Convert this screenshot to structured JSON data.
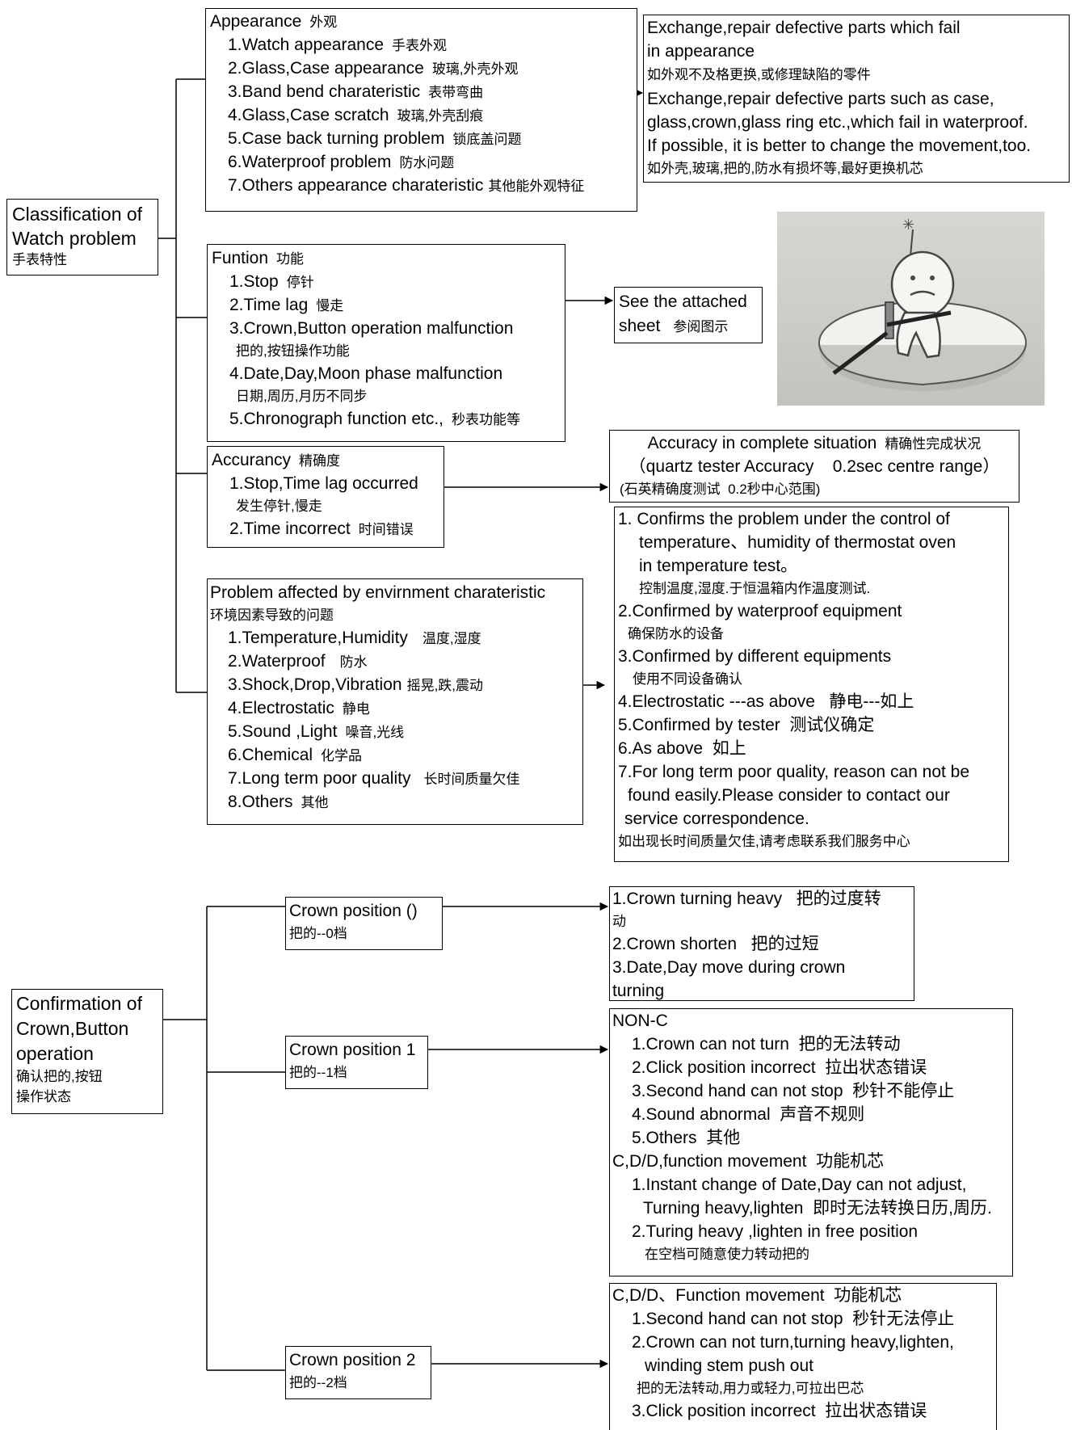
{
  "classification": {
    "title_en1": "Classification of",
    "title_en2": "Watch problem",
    "title_zh": "手表特性"
  },
  "appearance": {
    "title_en": "Appearance",
    "title_zh": "外观",
    "items": [
      {
        "en": "1.Watch appearance",
        "zh": "手表外观"
      },
      {
        "en": "2.Glass,Case appearance",
        "zh": "玻璃,外壳外观"
      },
      {
        "en": "3.Band bend charateristic",
        "zh": "表带弯曲"
      },
      {
        "en": "4.Glass,Case scratch",
        "zh": "玻璃,外壳刮痕"
      },
      {
        "en": "5.Case back turning problem",
        "zh": "锁底盖问题"
      },
      {
        "en": "6.Waterproof problem",
        "zh": "防水问题"
      },
      {
        "en": "7.Others appearance charateristic",
        "zh": "其他能外观特征"
      }
    ]
  },
  "appearance_result": {
    "lines": [
      {
        "t": "Exchange,repair defective parts which fail",
        "k": "en"
      },
      {
        "t": "in appearance",
        "k": "en"
      },
      {
        "t": "如外观不及格更换,或修理缺陷的零件",
        "k": "zh"
      },
      {
        "t": "Exchange,repair defective parts such as case,",
        "k": "en"
      },
      {
        "t": "glass,crown,glass ring etc.,which fail in waterproof.",
        "k": "en"
      },
      {
        "t": "If possible, it is better to change the movement,too.",
        "k": "en"
      },
      {
        "t": "如外壳,玻璃,把的,防水有损坏等,最好更换机芯",
        "k": "zh"
      }
    ]
  },
  "function": {
    "title_en": "Funtion",
    "title_zh": "功能",
    "items": [
      {
        "en": "1.Stop",
        "zh": "停针"
      },
      {
        "en": "2.Time lag",
        "zh": "慢走"
      },
      {
        "en": "3.Crown,Button operation malfunction",
        "zh": ""
      },
      {
        "en": "",
        "zh": "把的,按钮操作功能"
      },
      {
        "en": "4.Date,Day,Moon phase malfunction",
        "zh": ""
      },
      {
        "en": "",
        "zh": "日期,周历,月历不同步"
      },
      {
        "en": "5.Chronograph function etc.,",
        "zh": "秒表功能等"
      }
    ]
  },
  "function_result": {
    "en1": "See the attached",
    "en2": "sheet",
    "zh": "参阅图示"
  },
  "accuracy": {
    "title_en": "Accurancy",
    "title_zh": "精确度",
    "item1_en": "1.Stop,Time lag occurred",
    "item1_zh": "发生停针,慢走",
    "item2_en": "2.Time incorrect",
    "item2_zh": "时间错误"
  },
  "accuracy_result": {
    "line1_en": "Accuracy in complete situation",
    "line1_zh": "精确性完成状况",
    "line2": "（quartz tester Accuracy    0.2sec centre range）",
    "line3": "(石英精确度测试  0.2秒中心范围)"
  },
  "environment": {
    "title_en": "Problem affected by envirnment charateristic",
    "title_zh": "环境因素导致的问题",
    "items": [
      {
        "en": "1.Temperature,Humidity",
        "zh": "温度,湿度"
      },
      {
        "en": "2.Waterproof",
        "zh": "防水"
      },
      {
        "en": "3.Shock,Drop,Vibration",
        "zh": "摇晃,跌,震动"
      },
      {
        "en": "4.Electrostatic",
        "zh": "静电"
      },
      {
        "en": "5.Sound ,Light",
        "zh": "噪音,光线"
      },
      {
        "en": "6.Chemical",
        "zh": "化学品"
      },
      {
        "en": "7.Long term poor quality",
        "zh": "长时间质量欠佳"
      },
      {
        "en": "8.Others",
        "zh": "其他"
      }
    ]
  },
  "environment_result": {
    "lines": [
      {
        "t": "1. Confirms the problem under the control of",
        "k": "en",
        "i": 0
      },
      {
        "t": "temperature、humidity of thermostat oven",
        "k": "en",
        "i": 2
      },
      {
        "t": "in temperature test。",
        "k": "en",
        "i": 2
      },
      {
        "t": "控制温度,湿度.于恒温箱内作温度测试.",
        "k": "zh",
        "i": 2
      },
      {
        "t": "2.Confirmed by waterproof equipment",
        "k": "en",
        "i": 0
      },
      {
        "t": "确保防水的设备",
        "k": "zh",
        "i": 1
      },
      {
        "t": "3.Confirmed by different equipments",
        "k": "en",
        "i": 0
      },
      {
        "t": "使用不同设备确认",
        "k": "zh",
        "i": 1
      },
      {
        "t": "4.Electrostatic ---as above   静电---如上",
        "k": "en",
        "i": 0
      },
      {
        "t": "5.Confirmed by tester  测试仪确定",
        "k": "en",
        "i": 0
      },
      {
        "t": "6.As above  如上",
        "k": "en",
        "i": 0
      },
      {
        "t": "7.For long term poor quality, reason can not be",
        "k": "en",
        "i": 0
      },
      {
        "t": "found easily.Please consider to contact our",
        "k": "en",
        "i": 1
      },
      {
        "t": "service correspondence.",
        "k": "en",
        "i": 1
      },
      {
        "t": "如出现长时间质量欠佳,请考虑联系我们服务中心",
        "k": "zh",
        "i": 0
      }
    ]
  },
  "confirmation": {
    "title_en1": "Confirmation of",
    "title_en2": "Crown,Button",
    "title_en3": "operation",
    "title_zh1": "确认把的,按钮",
    "title_zh2": "操作状态"
  },
  "crown0": {
    "en": "Crown position ()",
    "zh": "把的--0档"
  },
  "crown0_result": {
    "lines": [
      {
        "t": "1.Crown turning heavy   把的过度转",
        "k": "en"
      },
      {
        "t": "动",
        "k": "zh"
      },
      {
        "t": "2.Crown shorten   把的过短",
        "k": "en"
      },
      {
        "t": "3.Date,Day move during crown",
        "k": "en"
      },
      {
        "t": "turning",
        "k": "en"
      }
    ]
  },
  "crown1": {
    "en": "Crown position 1",
    "zh": "把的--1档"
  },
  "crown1_result": {
    "lines": [
      {
        "t": "NON-C",
        "k": "en",
        "i": 0
      },
      {
        "t": "1.Crown can not turn  把的无法转动",
        "k": "en",
        "i": 2
      },
      {
        "t": "2.Click position incorrect  拉出状态错误",
        "k": "en",
        "i": 2
      },
      {
        "t": "3.Second hand can not stop  秒针不能停止",
        "k": "en",
        "i": 2
      },
      {
        "t": "4.Sound abnormal  声音不规则",
        "k": "en",
        "i": 2
      },
      {
        "t": "5.Others  其他",
        "k": "en",
        "i": 2
      },
      {
        "t": "C,D/D,function movement  功能机芯",
        "k": "en",
        "i": 0
      },
      {
        "t": "1.Instant change of Date,Day can not adjust,",
        "k": "en",
        "i": 2
      },
      {
        "t": "Turning heavy,lighten  即时无法转换日历,周历.",
        "k": "en",
        "i": 3
      },
      {
        "t": "2.Turing heavy ,lighten in free position",
        "k": "en",
        "i": 2
      },
      {
        "t": "在空档可随意使力转动把的",
        "k": "zh",
        "i": 3
      }
    ]
  },
  "crown2": {
    "en": "Crown position 2",
    "zh": "把的--2档"
  },
  "crown2_result": {
    "lines": [
      {
        "t": "C,D/D、Function movement  功能机芯",
        "k": "en",
        "i": 0
      },
      {
        "t": "1.Second hand can not stop  秒针无法停止",
        "k": "en",
        "i": 2
      },
      {
        "t": "2.Crown can not turn,turning heavy,lighten,",
        "k": "en",
        "i": 2
      },
      {
        "t": "winding stem push out",
        "k": "en",
        "i": 3
      },
      {
        "t": "把的无法转动,用力或轻力,可拉出巴芯",
        "k": "zh",
        "i": 2
      },
      {
        "t": "3.Click position incorrect  拉出状态错误",
        "k": "en",
        "i": 2
      }
    ]
  }
}
